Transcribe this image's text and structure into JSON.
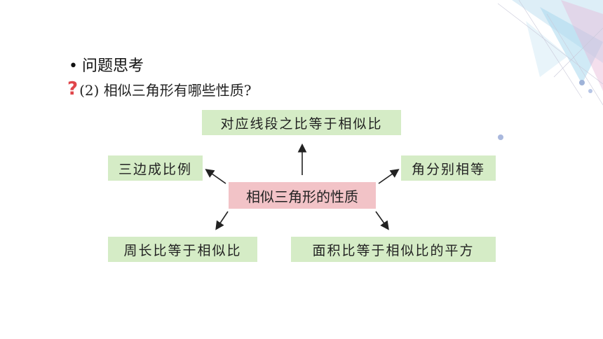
{
  "heading": "问题思考",
  "heading_bullet": "•",
  "question_mark": "?",
  "question": "(2) 相似三角形有哪些性质?",
  "center": "相似三角形的性质",
  "nodes": {
    "top": "对应线段之比等于相似比",
    "left": "三边成比例",
    "right": "角分别相等",
    "bottom_left": "周长比等于相似比",
    "bottom_right": "面积比等于相似比的平方"
  },
  "colors": {
    "node_fill": "#d5ecc6",
    "center_fill": "#f2c3c7",
    "question_mark": "#e0454a"
  }
}
